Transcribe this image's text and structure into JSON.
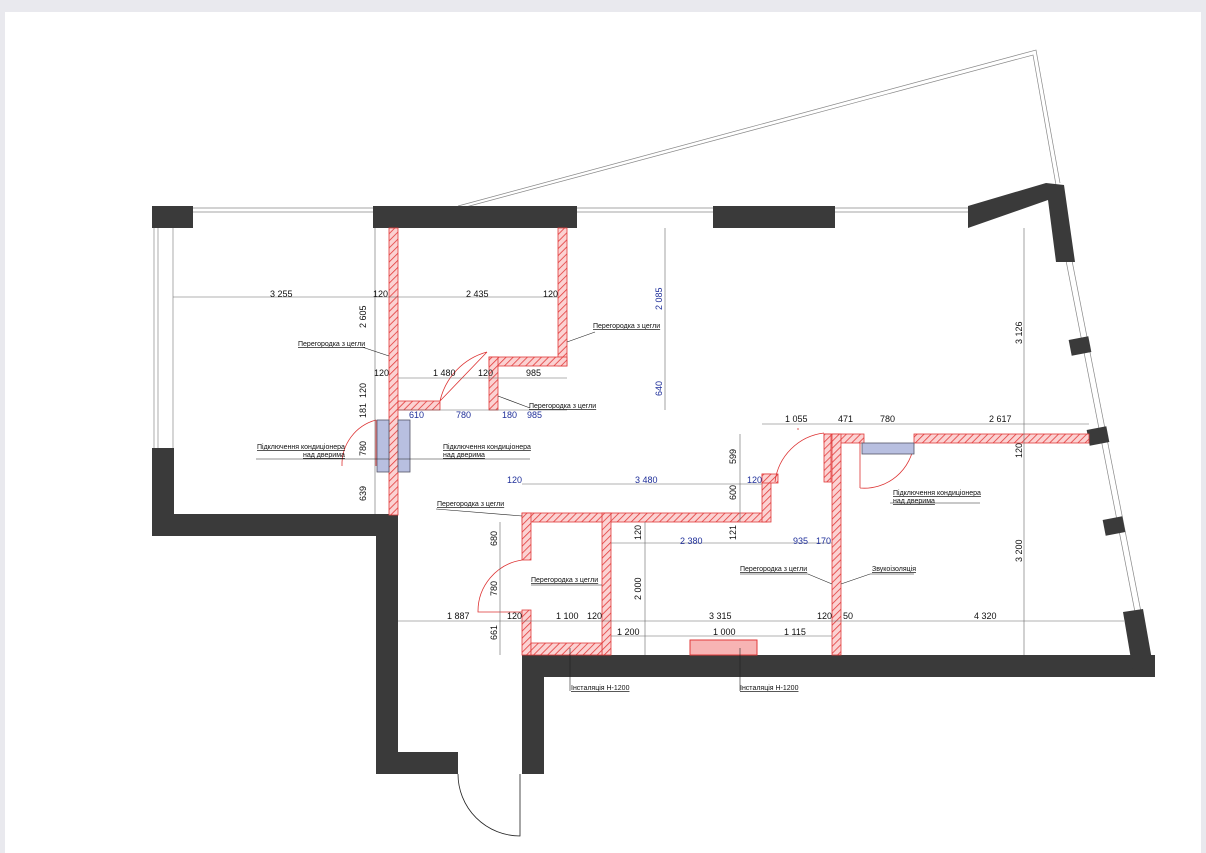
{
  "dims": {
    "d3255": "3 255",
    "d120a": "120",
    "d2435": "2 435",
    "d120b": "120",
    "d2085": "2 085",
    "d2605": "2 605",
    "d120c": "120",
    "d1480": "1 480",
    "d120d": "120",
    "d985a": "985",
    "d640": "640",
    "d120e": "120",
    "d181": "181",
    "d610": "610",
    "d780a": "780",
    "d180": "180",
    "d985b": "985",
    "d780b": "780",
    "d639": "639",
    "d1055": "1 055",
    "d471": "471",
    "d780c": "780",
    "d2617": "2 617",
    "d3126": "3 126",
    "d599": "599",
    "d120f": "120",
    "d120g": "120",
    "d3480": "3 480",
    "d120h": "120",
    "d600": "600",
    "d121": "121",
    "d680": "680",
    "d120i": "120",
    "d2380": "2 380",
    "d935": "935",
    "d170": "170",
    "d3200": "3 200",
    "d780d": "780",
    "d2000": "2 000",
    "d1887": "1 887",
    "d120j": "120",
    "d1100": "1 100",
    "d120k": "120",
    "d3315": "3 315",
    "d120l": "120",
    "d50": "50",
    "d4320": "4 320",
    "d661": "661",
    "d1200": "1 200",
    "d1000": "1 000",
    "d1115": "1 115"
  },
  "notes": {
    "partition_brick_1": "Перегородка з цегли",
    "partition_brick_2": "Перегородка з цегли",
    "partition_brick_3": "Перегородка з цегли",
    "partition_brick_4": "Перегородка з цегли",
    "partition_brick_5": "Перегородка з цегли",
    "partition_brick_6": "Перегородка з цегли",
    "ac_left_l1": "Підключення кондиціонера",
    "ac_left_l2": "над дверима",
    "ac_mid_l1": "Підключення кондиціонера",
    "ac_mid_l2": "над дверима",
    "ac_right_l1": "Підключення кондиціонера",
    "ac_right_l2": "над дверима",
    "soundproofing": "Звукоізоляція",
    "install_1": "Інсталяція Н-1200",
    "install_2": "Інсталяція Н-1200"
  },
  "colors": {
    "wall": "#3a3a3a",
    "partition_fill": "#f7b4b4",
    "partition_stroke": "#e23a3a",
    "dimension_blue": "#1f2f9a",
    "ac_unit": "#b8bfe0"
  }
}
